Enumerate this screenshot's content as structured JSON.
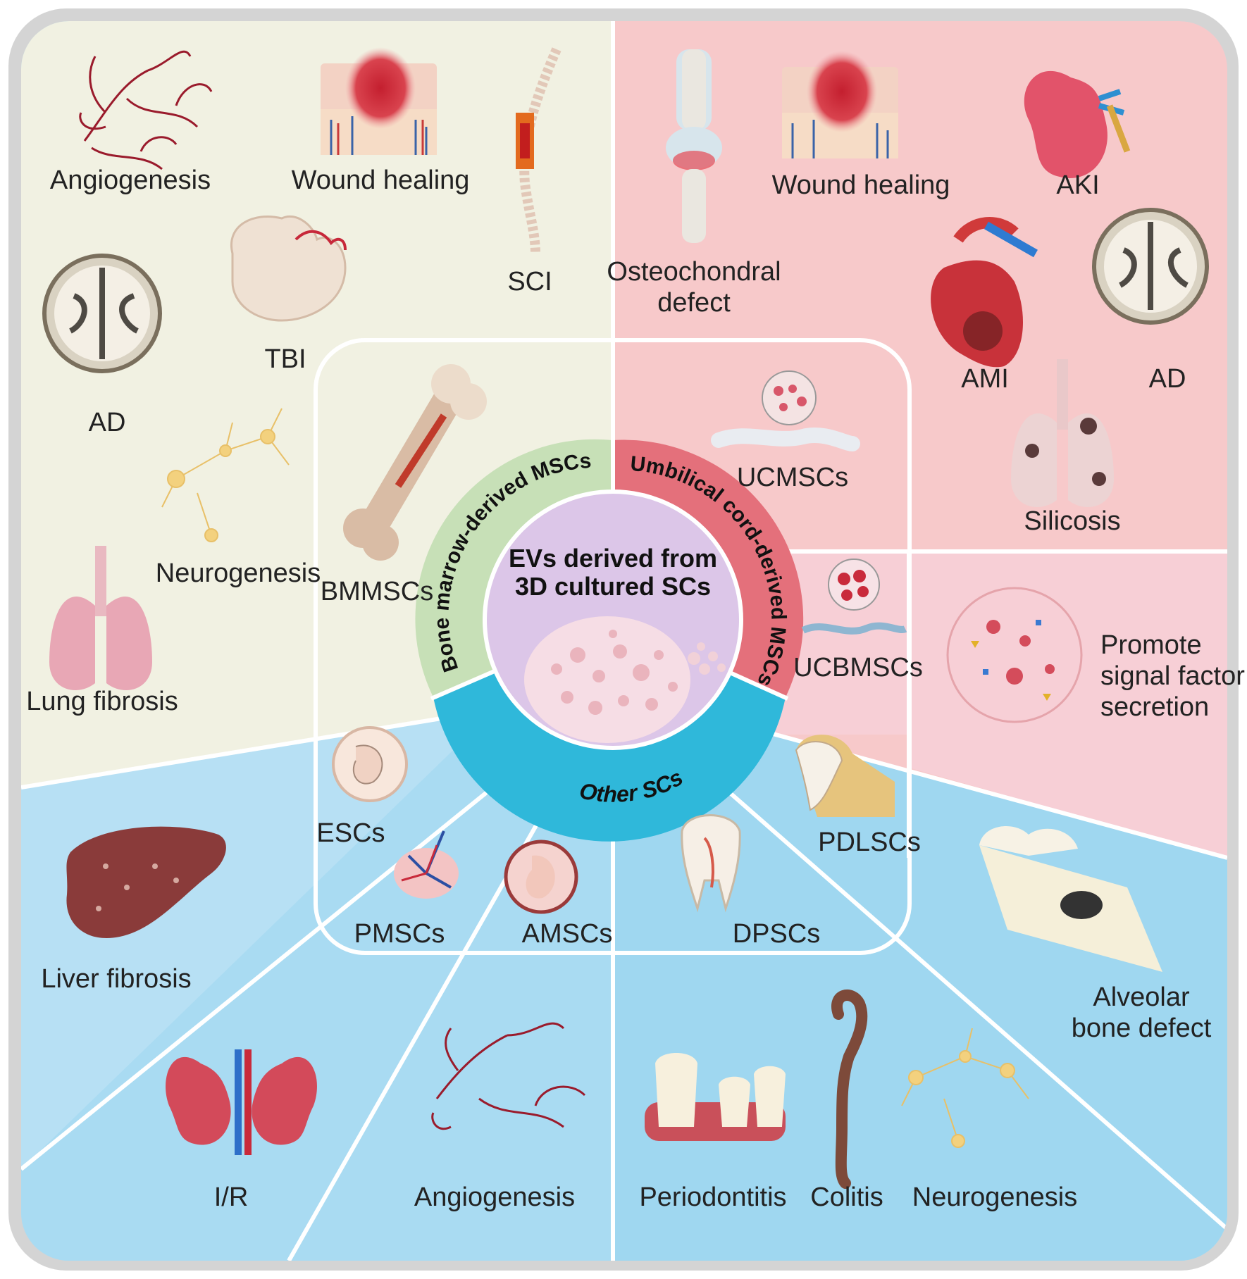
{
  "center": {
    "title_line1": "EVs derived from",
    "title_line2": "3D cultured SCs"
  },
  "ring": {
    "bone_marrow": "Bone marrow-derived MSCs",
    "umbilical": "Umbilical cord-derived MSCs",
    "other": "Other SCs"
  },
  "sources": {
    "bmmscs": "BMMSCs",
    "ucmscs": "UCMSCs",
    "ucbmscs": "UCBMSCs",
    "escs": "ESCs",
    "pmscs": "PMSCs",
    "amscs": "AMSCs",
    "dpscs": "DPSCs",
    "pdlscs": "PDLSCs"
  },
  "bone_marrow_applications": {
    "angiogenesis": "Angiogenesis",
    "wound_healing": "Wound healing",
    "sci": "SCI",
    "ad": "AD",
    "tbi": "TBI",
    "neurogenesis": "Neurogenesis",
    "lung_fibrosis": "Lung fibrosis"
  },
  "umbilical_applications": {
    "osteochondral_line1": "Osteochondral",
    "osteochondral_line2": "defect",
    "wound_healing": "Wound healing",
    "aki": "AKI",
    "ami": "AMI",
    "ad": "AD",
    "silicosis": "Silicosis",
    "promote_line1": "Promote",
    "promote_line2": "signal factor",
    "promote_line3": "secretion"
  },
  "other_applications": {
    "liver_fibrosis": "Liver fibrosis",
    "ir": "I/R",
    "angiogenesis": "Angiogenesis",
    "periodontitis": "Periodontitis",
    "colitis": "Colitis",
    "neurogenesis": "Neurogenesis",
    "alveolar_line1": "Alveolar",
    "alveolar_line2": "bone defect"
  },
  "colors": {
    "bone_marrow_bg": "#f1f1e2",
    "umbilical_bg": "#f7c9ca",
    "ucb_bg": "#f7cfd6",
    "other_bg": "#aedcf1",
    "frame": "#d3d3d3",
    "ring_green": "#c7e0b7",
    "ring_red": "#e4707b",
    "ring_blue": "#2fb8da",
    "center": "#dcc6e8"
  }
}
